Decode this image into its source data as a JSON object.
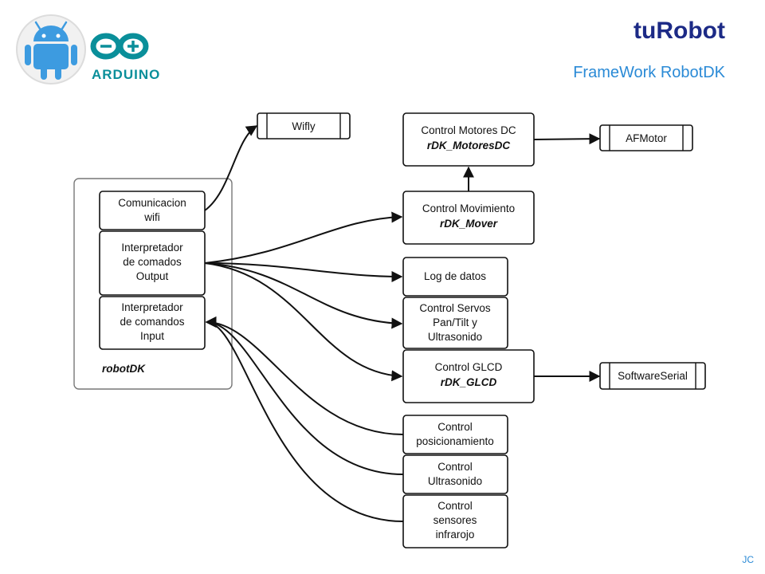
{
  "header": {
    "title": "tuRobot",
    "subtitle": "FrameWork RobotDK"
  },
  "logos": {
    "android_icon": "android-robot-icon",
    "arduino_wordmark": "ARDUINO"
  },
  "footer": {
    "initials": "JC"
  },
  "diagram": {
    "container_label": "robotDK",
    "inner_modules": [
      {
        "line1": "Comunicacion",
        "line2": "wifi"
      },
      {
        "line1": "Interpretador",
        "line2": "de comados",
        "line3": "Output"
      },
      {
        "line1": "Interpretador",
        "line2": "de comandos",
        "line3": "Input"
      }
    ],
    "modules": [
      {
        "line1": "Control Motores DC",
        "line2": "rDK_MotoresDC"
      },
      {
        "line1": "Control Movimiento",
        "line2": "rDK_Mover"
      },
      {
        "line1": "Log de datos"
      },
      {
        "line1": "Control Servos",
        "line2": "Pan/Tilt y",
        "line3": "Ultrasonido"
      },
      {
        "line1": "Control GLCD",
        "line2": "rDK_GLCD"
      },
      {
        "line1": "Control",
        "line2": "posicionamiento"
      },
      {
        "line1": "Control",
        "line2": "Ultrasonido"
      },
      {
        "line1": "Control",
        "line2": "sensores",
        "line3": "infrarojo"
      }
    ],
    "libraries": {
      "wifly": "Wifly",
      "afmotor": "AFMotor",
      "softwareserial": "SoftwareSerial"
    }
  },
  "colors": {
    "title": "#1c2a86",
    "subtitle": "#2a8ad6",
    "android_green": "#3d9be0",
    "arduino_teal": "#0a8f9a"
  }
}
